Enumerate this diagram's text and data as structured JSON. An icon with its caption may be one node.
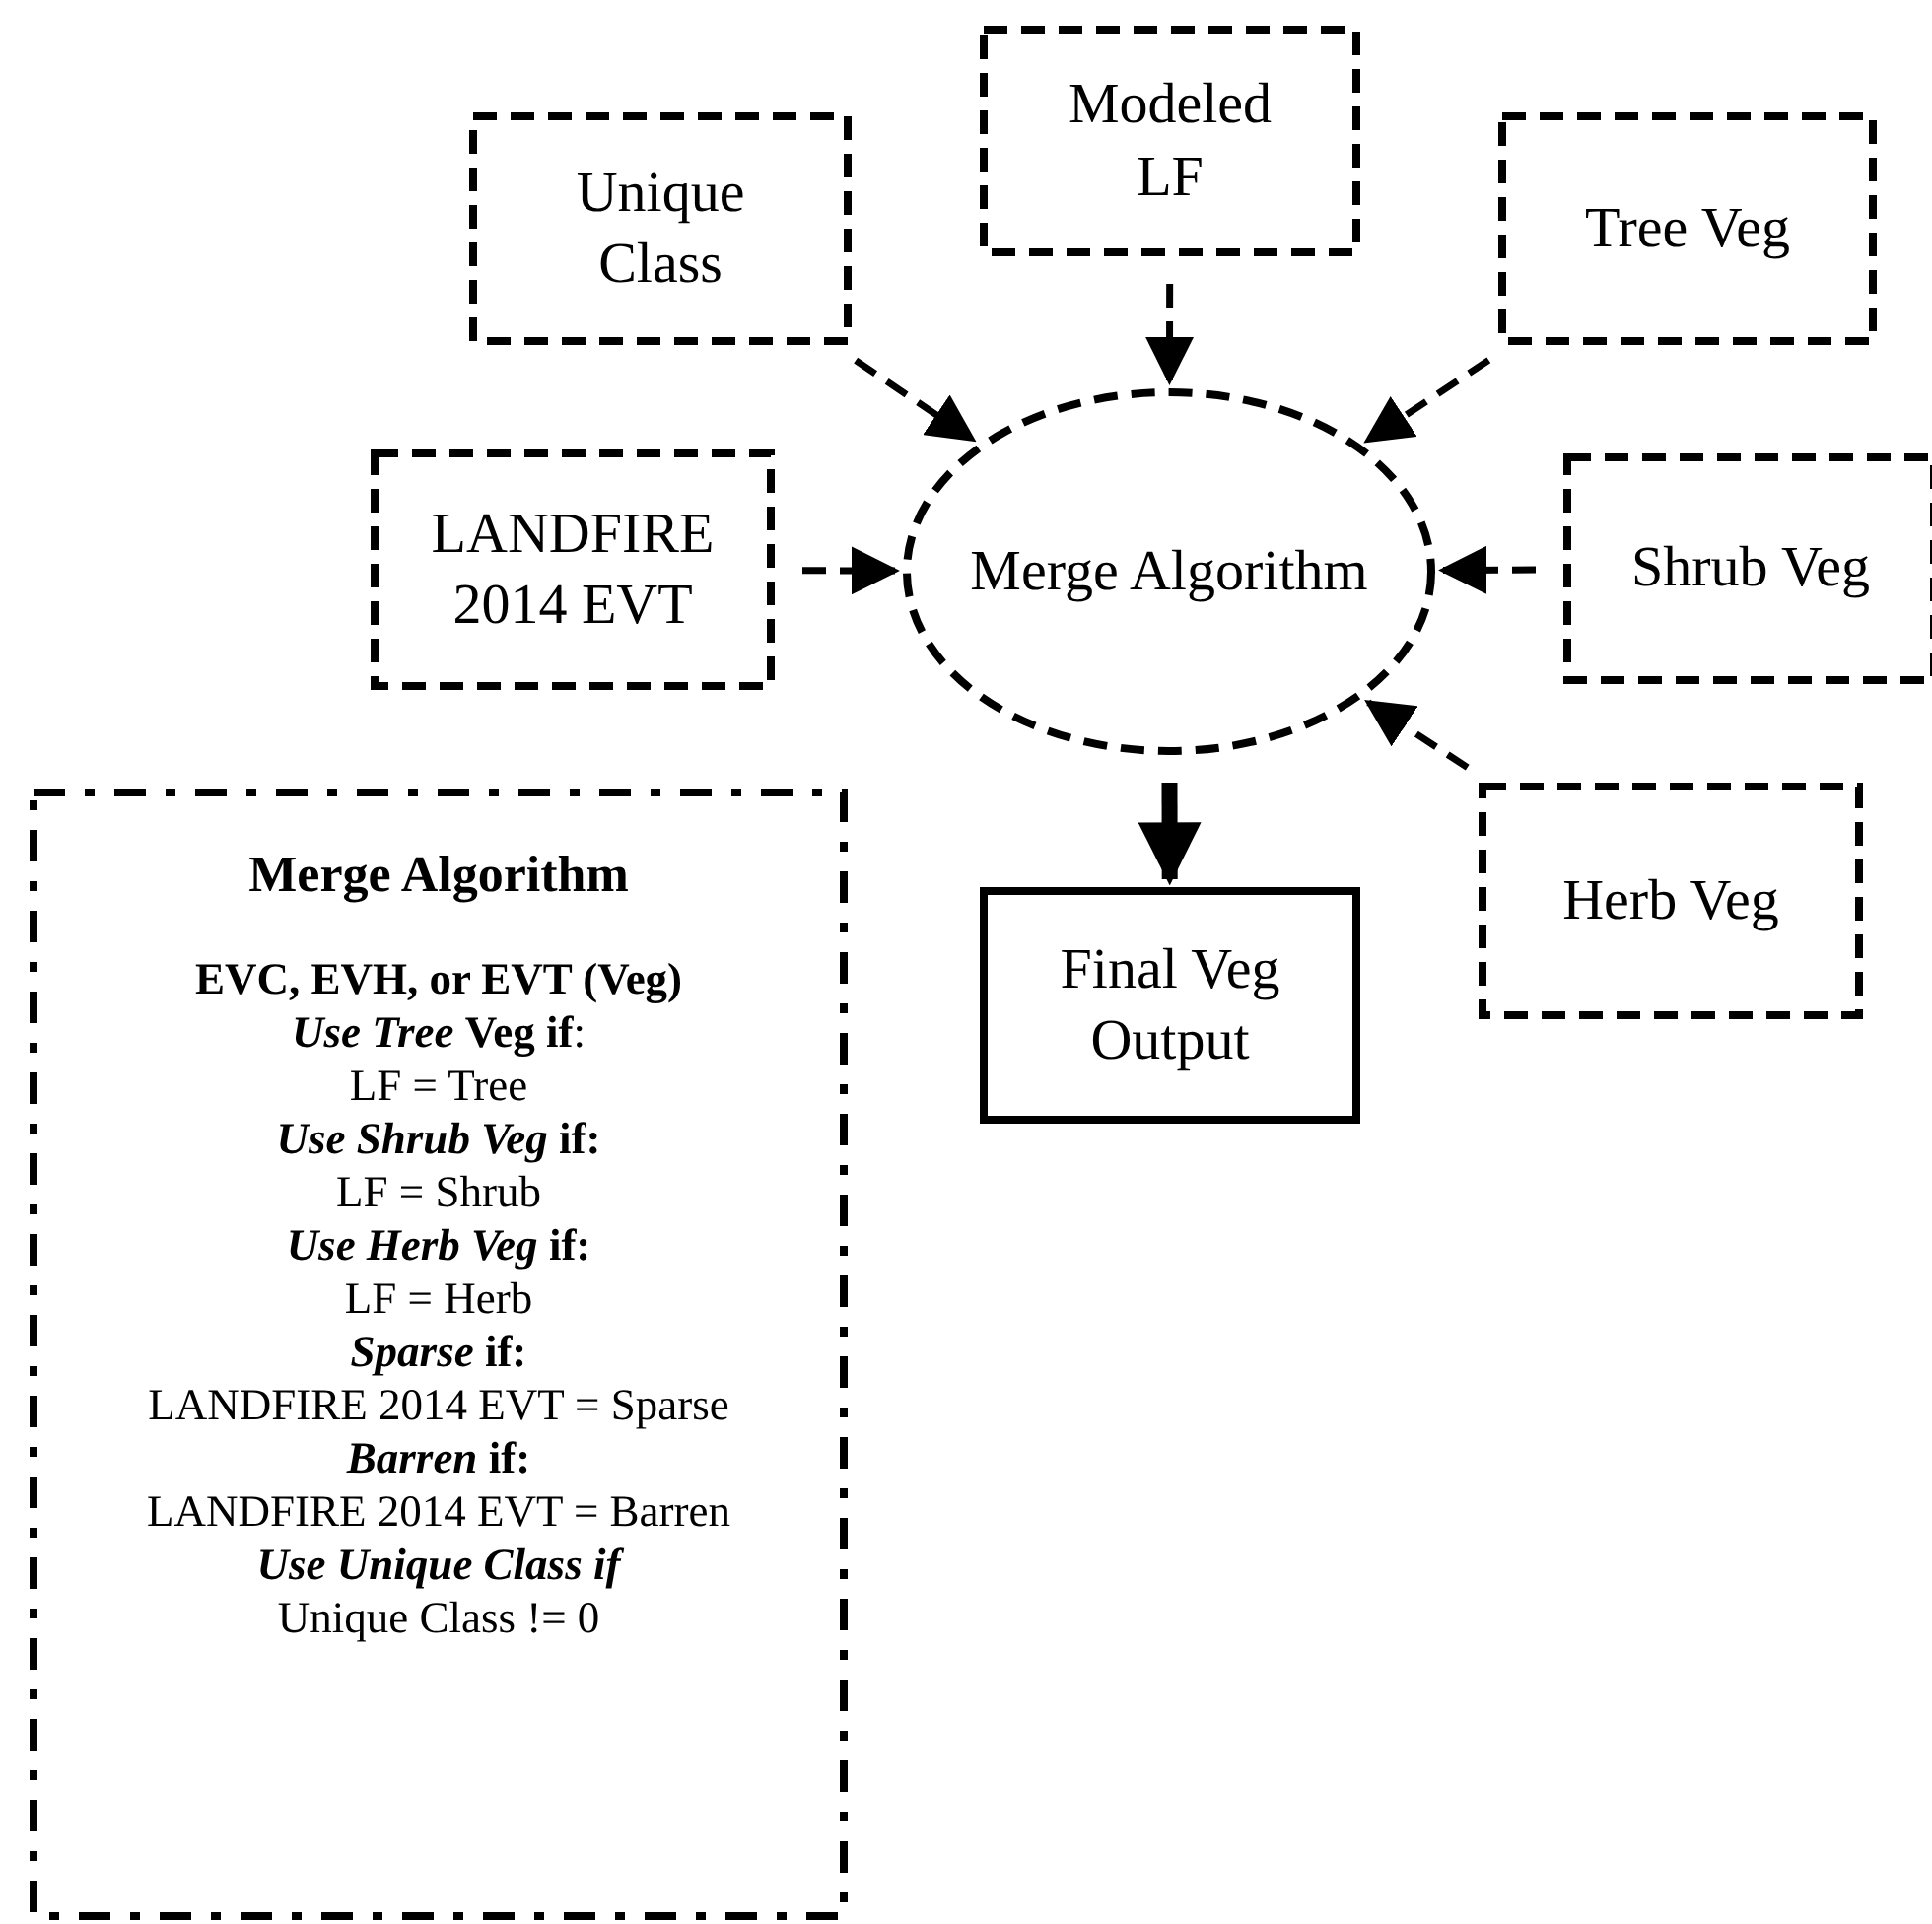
{
  "diagram": {
    "nodes": [
      {
        "text": [
          "Unique Class"
        ]
      },
      {
        "text": [
          "Modeled LF"
        ]
      },
      {
        "text": [
          "Tree Veg"
        ]
      },
      {
        "text": [
          "LANDFIRE 2014 EVT"
        ]
      },
      {
        "text": [
          "Merge Algorithm"
        ]
      },
      {
        "text": [
          "Shrub Veg"
        ]
      },
      {
        "text": [
          "Herb Veg"
        ]
      },
      {
        "text": [
          "Final Veg Output"
        ]
      },
      {
        "text": [
          "Merge Algorithm",
          "**EVC, EVH, or EVT (Veg)**",
          "*Use Tree* **Veg if**:",
          "LF = Tree",
          "*Use Shrub Veg* **if:**",
          "LF = Shrub",
          "*Use Herb Veg* **if:**",
          "LF = Herb",
          "*Sparse* **if:**",
          "LANDFIRE 2014 EVT = Sparse",
          "*Barren* **if:**",
          "LANDFIRE 2014 EVT = Barren",
          "*Use Unique Class if*",
          "Unique Class != 0"
        ]
      }
    ],
    "edges": [
      {
        "from": 0,
        "to": 4,
        "arrow": "to",
        "style": "dashed"
      },
      {
        "from": 1,
        "to": 4,
        "arrow": "to",
        "style": "dashed"
      },
      {
        "from": 2,
        "to": 4,
        "arrow": "to",
        "style": "dashed"
      },
      {
        "from": 3,
        "to": 4,
        "arrow": "to",
        "style": "dashed"
      },
      {
        "from": 5,
        "to": 4,
        "arrow": "to",
        "style": "dashed"
      },
      {
        "from": 6,
        "to": 4,
        "arrow": "to",
        "style": "dashed"
      },
      {
        "from": 4,
        "to": 7,
        "arrow": "to",
        "style": "thick"
      }
    ]
  }
}
